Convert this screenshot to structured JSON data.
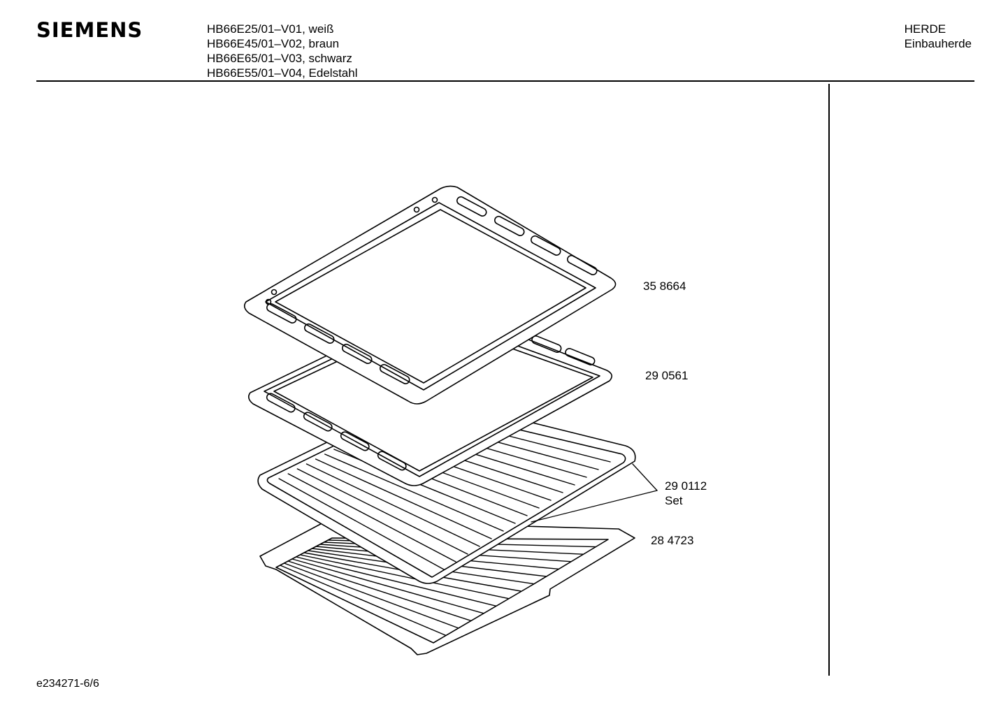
{
  "header": {
    "brand": "SIEMENS",
    "models": [
      "HB66E25/01–V01, weiß",
      "HB66E45/01–V02, braun",
      "HB66E65/01–V03, schwarz",
      "HB66E55/01–V04, Edelstahl"
    ],
    "category": "HERDE",
    "subcategory": "Einbauherde"
  },
  "parts": [
    {
      "number": "35 8664"
    },
    {
      "number": "29 0561"
    },
    {
      "number": "29 0112",
      "note": "Set"
    },
    {
      "number": "28 4723"
    }
  ],
  "footer": {
    "drawing_id": "e234271-6/6"
  }
}
